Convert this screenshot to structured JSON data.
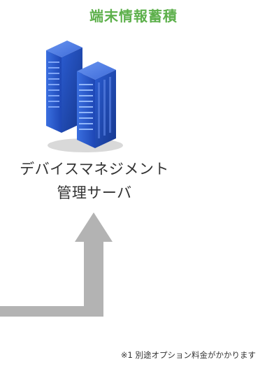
{
  "title": "端末情報蓄積",
  "server": {
    "icon": "server-rack-icon",
    "label_line1": "デバイスマネジメント",
    "label_line2": "管理サーバ"
  },
  "connector": {
    "icon": "arrow-up-icon"
  },
  "footnote": "※1 別途オプション料金がかかります",
  "colors": {
    "title_green": "#5db04b",
    "arrow_gray": "#b3b3b3",
    "server_blue": "#1b3f9c",
    "text_dark": "#333333"
  }
}
